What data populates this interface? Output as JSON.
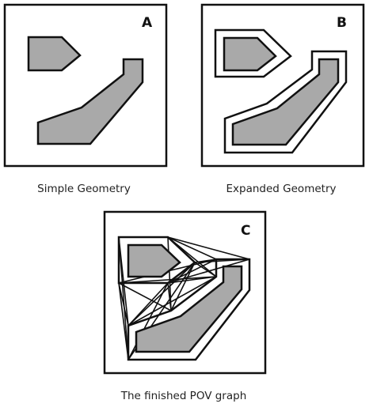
{
  "panels": [
    {
      "id": "A",
      "label": "A",
      "caption": "Simple Geometry"
    },
    {
      "id": "B",
      "label": "B",
      "caption": "Expanded Geometry"
    },
    {
      "id": "C",
      "label": "C",
      "caption": "The finished POV graph"
    }
  ],
  "colors": {
    "fill": "#a9a9a9",
    "stroke": "#111111",
    "background": "#ffffff"
  }
}
